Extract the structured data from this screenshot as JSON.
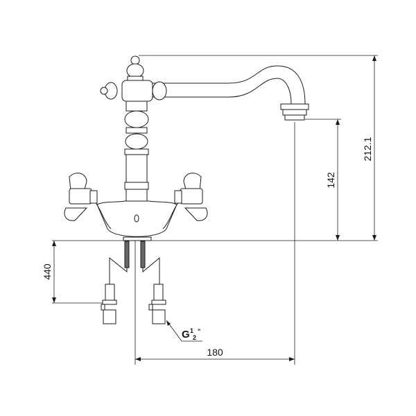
{
  "drawing": {
    "dimensions": {
      "total_height": "212.1",
      "spout_height": "142",
      "hose_length": "440",
      "spout_reach": "180"
    },
    "thread": {
      "letter": "G",
      "numerator": "1",
      "denominator": "2",
      "inch_mark": "\""
    },
    "line_color": "#1a1a1a"
  }
}
